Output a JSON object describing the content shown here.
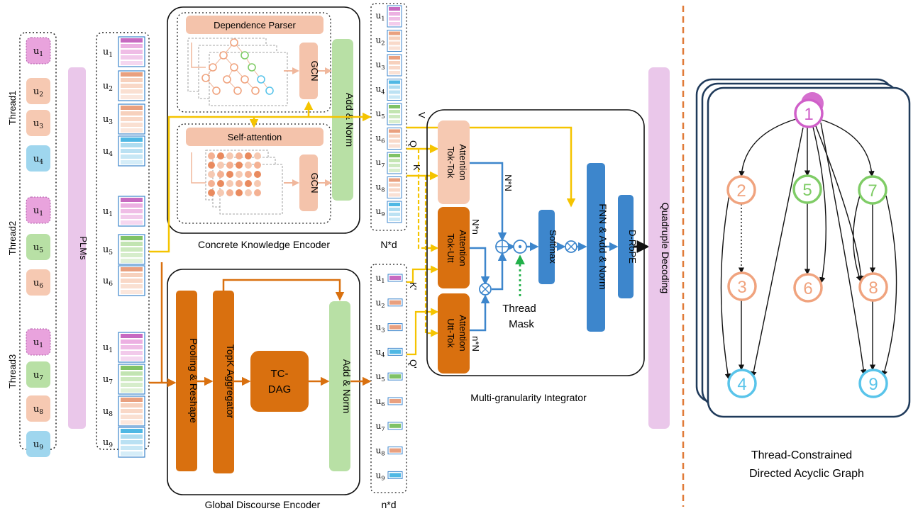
{
  "threads": [
    {
      "label": "Thread1",
      "items": [
        "u1",
        "u2",
        "u3",
        "u4"
      ]
    },
    {
      "label": "Thread2",
      "items": [
        "u1",
        "u5",
        "u6"
      ]
    },
    {
      "label": "Thread3",
      "items": [
        "u1",
        "u7",
        "u8",
        "u9"
      ]
    }
  ],
  "plms_label": "PLMs",
  "concrete": {
    "title": "Concrete Knowledge Encoder",
    "dependence_parser": "Dependence Parser",
    "self_attention": "Self-attention",
    "gcn": "GCN",
    "add_norm": "Add & Norm"
  },
  "global": {
    "title": "Global Discourse Encoder",
    "pooling": "Pooling & Reshape",
    "topk": "TopK Aggregator",
    "tcdag_line1": "TC-",
    "tcdag_line2": "DAG",
    "add_norm": "Add & Norm"
  },
  "token_col": {
    "dim_label": "N*d",
    "items": [
      "u1",
      "u2",
      "u3",
      "u4",
      "u5",
      "u6",
      "u7",
      "u8",
      "u9"
    ]
  },
  "utt_col": {
    "dim_label": "n*d",
    "items": [
      "u1",
      "u2",
      "u3",
      "u4",
      "u5",
      "u6",
      "u7",
      "u8",
      "u9"
    ]
  },
  "integrator": {
    "title": "Multi-granularity Integrator",
    "tok_tok_line1": "Tok-Tok",
    "tok_tok_line2": "Attention",
    "tok_utt_line1": "Tok-Utt",
    "tok_utt_line2": "Attention",
    "utt_tok_line1": "Utt-Tok",
    "utt_tok_line2": "Attention",
    "softmax": "Softmax",
    "ffn": "FNN & Add & Norm",
    "drope": "D-RoPE",
    "thread_mask_line1": "Thread",
    "thread_mask_line2": "Mask",
    "dims": {
      "nn_tt": "N*N",
      "nn_tu": "N*n",
      "nn_ut": "n*N"
    },
    "edge_labels": {
      "v": "V",
      "q": "Q",
      "k": "K",
      "k_prime": "K'",
      "q_prime": "Q'"
    }
  },
  "quadruple": "Quadruple Decoding",
  "graph": {
    "caption_line1": "Thread-Constrained",
    "caption_line2": "Directed Acyclic Graph",
    "nodes": [
      {
        "label": "1",
        "color": "#d05fc9"
      },
      {
        "label": "2",
        "color": "#f0a37e"
      },
      {
        "label": "3",
        "color": "#f0a37e"
      },
      {
        "label": "4",
        "color": "#59c4ea"
      },
      {
        "label": "5",
        "color": "#7fcc66"
      },
      {
        "label": "6",
        "color": "#f0a37e"
      },
      {
        "label": "7",
        "color": "#7fcc66"
      },
      {
        "label": "8",
        "color": "#f0a37e"
      },
      {
        "label": "9",
        "color": "#59c4ea"
      }
    ]
  },
  "colors": {
    "pink": "#e9a3dd",
    "salmon": "#f6c9b2",
    "green": "#b8e0a5",
    "blue": "#9fd6ee",
    "orange": "#d9700f",
    "yellow": "#f5c400",
    "steel_blue": "#3d86cc",
    "plms": "#eac7ea",
    "navy": "#1f3a5a"
  }
}
